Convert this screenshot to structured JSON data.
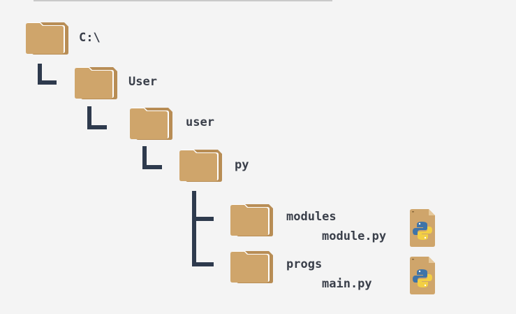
{
  "theme": {
    "background": "#f4f4f4",
    "folder_color": "#cfa56b",
    "folder_back_color": "#b88d55",
    "connector_color": "#2e3a4d",
    "label_color": "#3a3f4a",
    "python_blue": "#3f74a8",
    "python_yellow": "#f3cf44"
  },
  "tree": {
    "root": {
      "label": "C:\\",
      "icon": "folder-icon"
    },
    "user_upper": {
      "label": "User",
      "icon": "folder-icon"
    },
    "user_lower": {
      "label": "user",
      "icon": "folder-icon"
    },
    "py": {
      "label": "py",
      "icon": "folder-icon"
    },
    "modules": {
      "label": "modules",
      "icon": "folder-icon",
      "file": {
        "label": "module.py",
        "icon": "python-file-icon"
      }
    },
    "progs": {
      "label": "progs",
      "icon": "folder-icon",
      "file": {
        "label": "main.py",
        "icon": "python-file-icon"
      }
    }
  }
}
